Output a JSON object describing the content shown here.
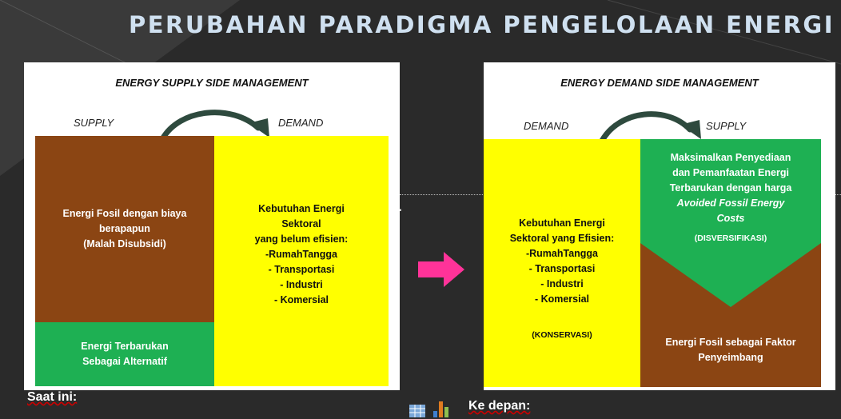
{
  "slide": {
    "title": "PERUBAHAN PARADIGMA PENGELOLAAN ENERGI"
  },
  "left_diagram": {
    "header": "ENERGY  SUPPLY SIDE MANAGEMENT",
    "from_label": "SUPPLY",
    "to_label": "DEMAND",
    "fossil_box": [
      "Energi Fosil dengan biaya",
      "berapapun",
      "(Malah Disubsidi)"
    ],
    "renewable_box": [
      "Energi Terbarukan",
      "Sebagai Alternatif"
    ],
    "demand_box": [
      "Kebutuhan Energi",
      "Sektoral",
      "yang belum efisien:",
      "-RumahTangga",
      "- Transportasi",
      "- Industri",
      "- Komersial"
    ]
  },
  "right_diagram": {
    "header": "ENERGY DEMAND SIDE MANAGEMENT",
    "from_label": "DEMAND",
    "to_label": "SUPPLY",
    "demand_box": [
      "Kebutuhan Energi",
      "Sektoral  yang  Efisien:",
      "-RumahTangga",
      "- Transportasi",
      "- Industri",
      "- Komersial"
    ],
    "demand_note": "(KONSERVASI)",
    "renewable_box": [
      "Maksimalkan  Penyediaan",
      "dan Pemanfaatan Energi",
      "Terbarukan dengan harga",
      "Avoided  Fossil Energy",
      "Costs"
    ],
    "renewable_note": "(DISVERSIFIKASI)",
    "fossil_box": [
      "Energi Fosil sebagai Faktor",
      "Penyeimbang"
    ]
  },
  "bottom": {
    "left_label": "Saat ini:",
    "right_label": "Ke depan:"
  },
  "colors": {
    "brown": "#8b4513",
    "green": "#1eb053",
    "yellow": "#ffff00",
    "arrow_pink": "#ff3399",
    "curve_arrow": "#2e4a3e"
  }
}
